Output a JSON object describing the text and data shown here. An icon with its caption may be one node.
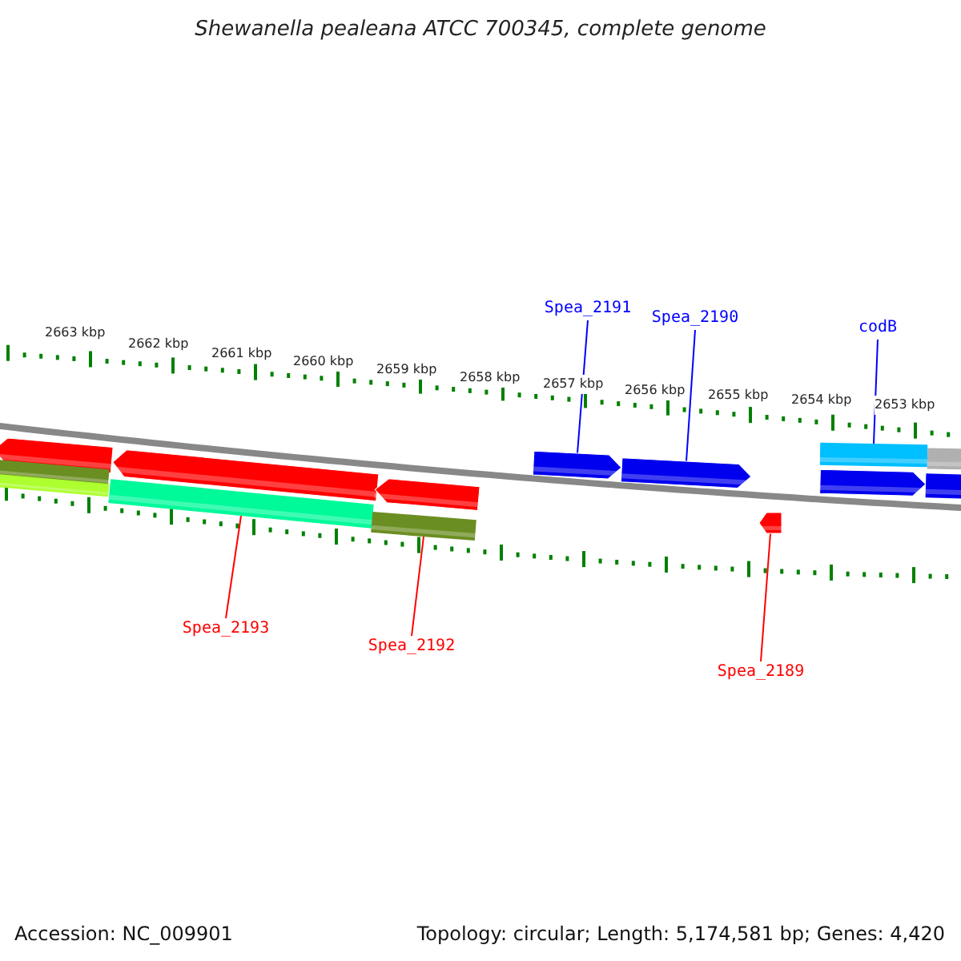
{
  "diagram": {
    "title": "Shewanella pealeana ATCC 700345, complete genome",
    "nodes": [
      {
        "text": [
          "Spea_2191"
        ]
      },
      {
        "text": [
          "Spea_2190"
        ]
      },
      {
        "text": [
          "codB"
        ]
      },
      {
        "text": [],
        "shape": "pentagon"
      },
      {
        "text": [],
        "shape": "pentagon"
      },
      {
        "text": [],
        "shape": "pentagon"
      },
      {
        "text": [],
        "shape": "bar"
      },
      {
        "text": [],
        "shape": "bar"
      },
      {
        "text": [],
        "shape": "bar"
      },
      {
        "text": [],
        "shape": "bar"
      },
      {
        "text": [],
        "shape": "pentagon"
      },
      {
        "text": [],
        "shape": "pentagon"
      },
      {
        "text": [],
        "shape": "bar"
      },
      {
        "text": [],
        "shape": "bar"
      },
      {
        "text": [],
        "shape": "pentagon"
      },
      {
        "text": [],
        "shape": "bar"
      },
      {
        "text": [],
        "shape": "pentagon"
      },
      {
        "text": [
          "Spea_2193"
        ]
      },
      {
        "text": [
          "Spea_2192"
        ]
      },
      {
        "text": [
          "Spea_2189"
        ]
      }
    ],
    "edges": [
      {
        "from": 0,
        "to": 10,
        "arrow": "none",
        "color": "#0000ff"
      },
      {
        "from": 1,
        "to": 11,
        "arrow": "none",
        "color": "#0000ff"
      },
      {
        "from": 2,
        "to": 12,
        "arrow": "none",
        "color": "#0000ff"
      },
      {
        "from": 17,
        "to": 8,
        "arrow": "none",
        "color": "#ff0000"
      },
      {
        "from": 18,
        "to": 9,
        "arrow": "none",
        "color": "#ff0000"
      },
      {
        "from": 19,
        "to": 16,
        "arrow": "none",
        "color": "#ff0000"
      }
    ],
    "labels": [
      "2663 kbp",
      "2662 kbp",
      "2661 kbp",
      "2660 kbp",
      "2659 kbp",
      "2658 kbp",
      "2657 kbp",
      "2656 kbp",
      "2655 kbp",
      "2654 kbp",
      "2653 kbp",
      "Accession: NC_009901",
      "Topology: circular; Length: 5,174,581 bp; Genes: 4,420"
    ]
  }
}
